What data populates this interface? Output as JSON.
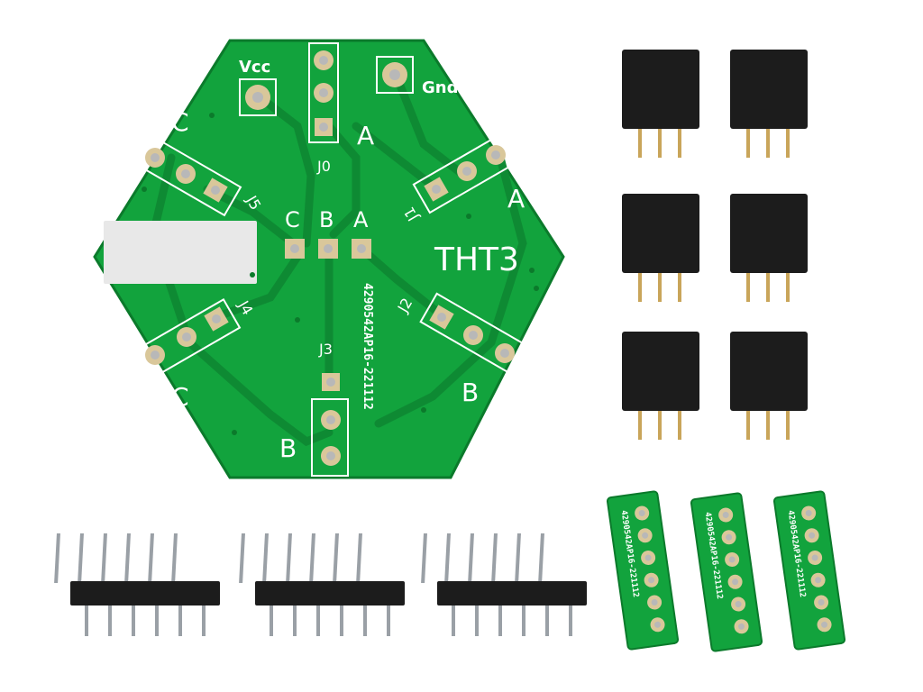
{
  "colors": {
    "background": "#ffffff",
    "pcb_green": "#12a33d",
    "pcb_edge": "#0b7a2b",
    "trace_green": "#0e8a33",
    "silkscreen": "#ffffff",
    "pad_gold": "#d9c79a",
    "header_black": "#1c1c1c",
    "pin_gold": "#c9a55a",
    "label_tape": "#e8e8e8"
  },
  "board": {
    "power_labels": {
      "vcc": "Vcc",
      "gnd": "Gnd"
    },
    "center_labels": [
      "C",
      "B",
      "A"
    ],
    "name": "THT3",
    "serial": "4290542AP16-221112",
    "connectors": {
      "j0": {
        "ref": "J0",
        "letter": "A"
      },
      "j1": {
        "ref": "J1",
        "letter": "A"
      },
      "j2": {
        "ref": "J2",
        "letter": "B"
      },
      "j3": {
        "ref": "J3",
        "letter": "B"
      },
      "j4": {
        "ref": "J4",
        "letter": "C"
      },
      "j5": {
        "ref": "J5",
        "letter": "C"
      }
    }
  },
  "parts": {
    "female_header_count": 6,
    "male_header_count": 3,
    "male_header_pins": 6,
    "adapter_board_count": 3,
    "adapter_board_serial": "4290542AP16-221112"
  }
}
